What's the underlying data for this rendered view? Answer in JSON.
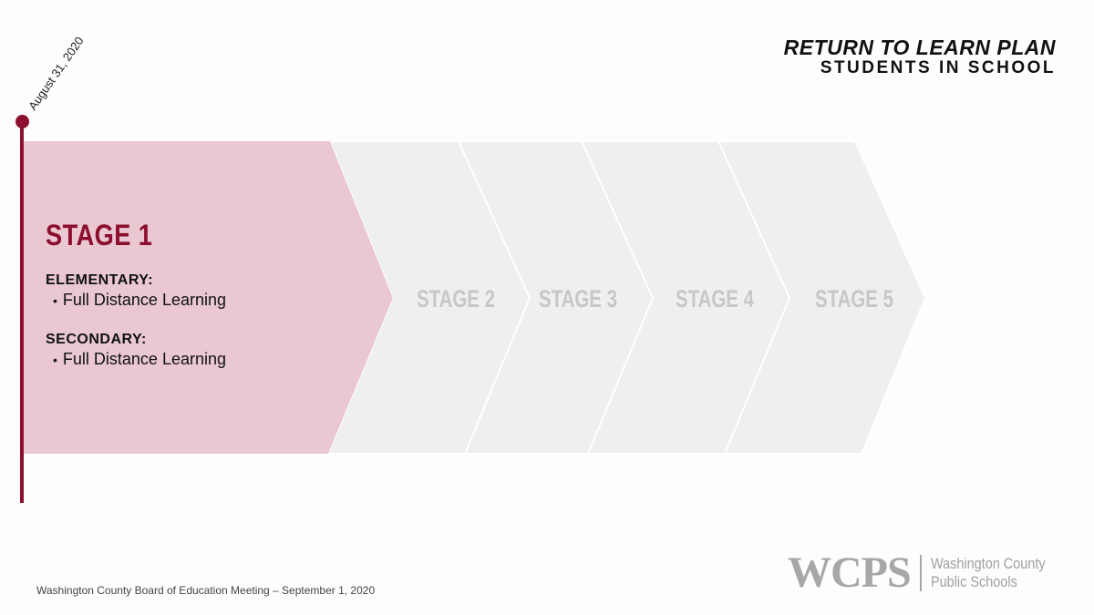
{
  "header": {
    "title": "RETURN TO LEARN PLAN",
    "subtitle": "STUDENTS IN SCHOOL"
  },
  "timeline": {
    "date": "August 31, 2020"
  },
  "stages": [
    {
      "label": "STAGE 1",
      "active": true,
      "groups": [
        {
          "title": "ELEMENTARY:",
          "items": [
            "Full Distance Learning"
          ]
        },
        {
          "title": "SECONDARY:",
          "items": [
            "Full Distance Learning"
          ]
        }
      ]
    },
    {
      "label": "STAGE 2",
      "active": false
    },
    {
      "label": "STAGE 3",
      "active": false
    },
    {
      "label": "STAGE 4",
      "active": false
    },
    {
      "label": "STAGE 5",
      "active": false
    }
  ],
  "footer": {
    "text": "Washington County Board of Education Meeting – September 1, 2020"
  },
  "logo": {
    "acronym": "WCPS",
    "name_line1": "Washington County",
    "name_line2": "Public Schools"
  },
  "colors": {
    "accent": "#8c0f2e",
    "active_stage_fill": "#e9c8d2",
    "inactive_stage_fill": "#efefef",
    "inactive_label": "#c7c7c7"
  }
}
